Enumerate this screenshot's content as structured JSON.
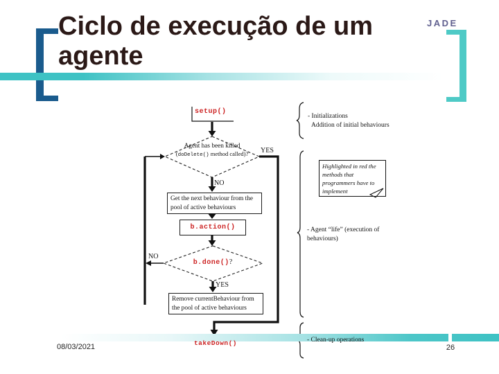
{
  "header": {
    "title": "Ciclo de execução de um agente",
    "logo": "JADE"
  },
  "footer": {
    "date": "08/03/2021",
    "page_number": "26"
  },
  "flowchart": {
    "setup": "setup()",
    "decision_killed": {
      "line1": "Agent has been killed",
      "paren": "(",
      "code": "doDelete()",
      "rest": " method called)?"
    },
    "yes_killed": "YES",
    "no_killed": "NO",
    "get_behaviour": {
      "line1": "Get the next behaviour from the",
      "line2": "pool of active behaviours"
    },
    "action": "b.action()",
    "decision_done": {
      "code": "b.done()",
      "suffix": "?"
    },
    "no_done": "NO",
    "yes_done": "YES",
    "remove_behaviour": {
      "line1": "Remove currentBehaviour from",
      "line2": "the pool of active behaviours"
    },
    "takedown": "takeDown()"
  },
  "annotations": {
    "init": {
      "line1": "- Initializations",
      "line2": "Addition of initial behaviours"
    },
    "callout": {
      "line1": "Highlighted in red the",
      "line2": "methods that",
      "line3": "programmers have to",
      "line4": "implement"
    },
    "life": {
      "line1": "- Agent “life” (execution of",
      "line2": "behaviours)"
    },
    "cleanup": "- Clean-up operations"
  },
  "colors": {
    "accent_teal": "#3ec2c4",
    "bracket_blue": "#1a5b8d",
    "bracket_teal": "#4ecac6",
    "method_red": "#cc2222",
    "logo_slate": "#60608f"
  }
}
